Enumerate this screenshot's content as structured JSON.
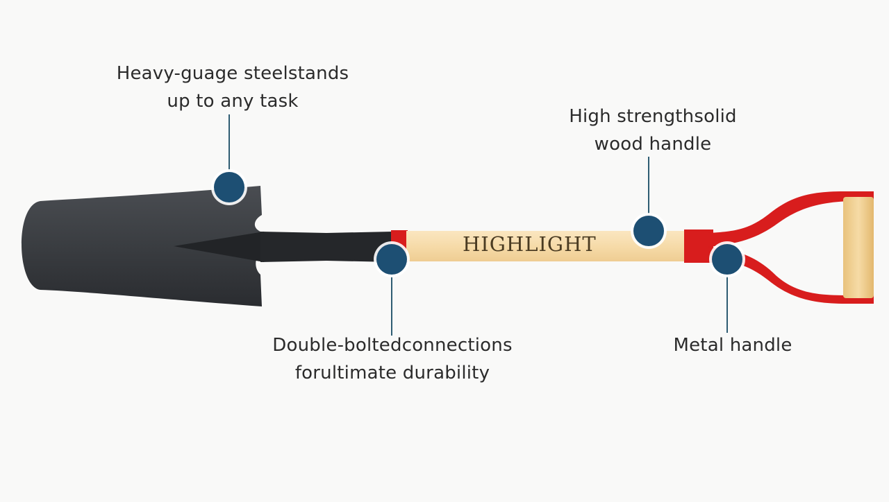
{
  "brand_label": "HIGHLIGHT",
  "callouts": {
    "steel": {
      "line1": "Heavy-guage steelstands",
      "line2": "up to any task"
    },
    "wood": {
      "line1": "High strengthsolid",
      "line2": "wood handle"
    },
    "bolts": {
      "line1": "Double-boltedconnections",
      "line2": "forultimate durability"
    },
    "metal": {
      "line1": "Metal handle"
    }
  },
  "colors": {
    "blade": "#3a3d41",
    "wood": "#f7dcae",
    "metal_red": "#d81d1d",
    "marker_fill": "#1d4f73",
    "marker_ring": "#ffffff",
    "leader": "#2e5c72"
  },
  "icons": {
    "markers": "circle-marker-icon"
  }
}
